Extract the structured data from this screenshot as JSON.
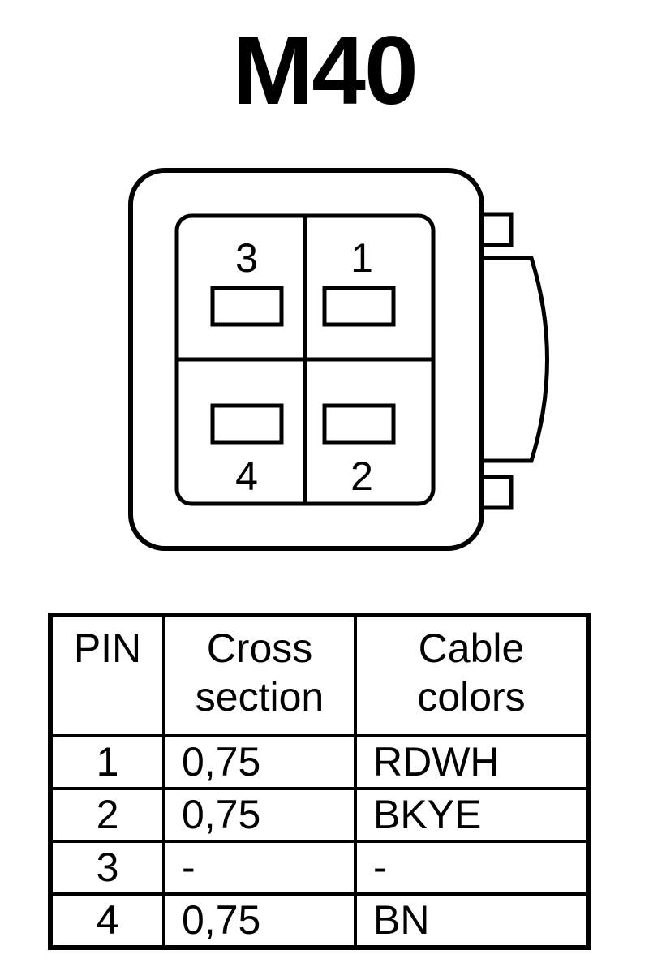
{
  "title": "M40",
  "diagram": {
    "pin_labels": {
      "top_left": "3",
      "top_right": "1",
      "bottom_left": "4",
      "bottom_right": "2"
    }
  },
  "table": {
    "headers": {
      "pin": "PIN",
      "cross_section": [
        "Cross",
        "section"
      ],
      "cable_colors": [
        "Cable",
        "colors"
      ]
    },
    "rows": [
      {
        "pin": "1",
        "cross_section": "0,75",
        "cable_color": "RDWH"
      },
      {
        "pin": "2",
        "cross_section": "0,75",
        "cable_color": "BKYE"
      },
      {
        "pin": "3",
        "cross_section": "-",
        "cable_color": "-"
      },
      {
        "pin": "4",
        "cross_section": "0,75",
        "cable_color": "BN"
      }
    ]
  }
}
